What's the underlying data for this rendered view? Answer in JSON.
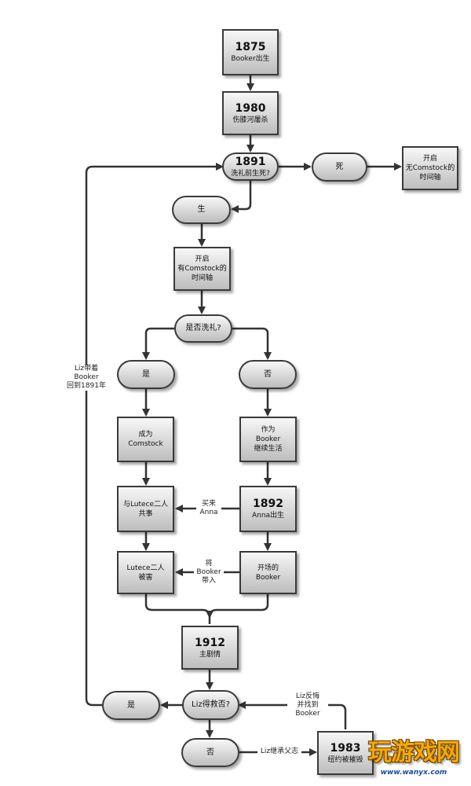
{
  "nodes": {
    "n1875": {
      "year": "1875",
      "text": "Booker出生"
    },
    "n1980": {
      "year": "1980",
      "text": "伤膝河屠杀"
    },
    "n1891": {
      "year": "1891",
      "text": "洗礼前生死?"
    },
    "dead": {
      "text": "死"
    },
    "no_comstock": {
      "line1": "开启",
      "line2": "无Comstock的",
      "line3": "时间轴"
    },
    "alive": {
      "text": "生"
    },
    "with_comstock": {
      "line1": "开启",
      "line2": "有Comstock的",
      "line3": "时间轴"
    },
    "baptized_q": {
      "text": "是否洗礼?"
    },
    "yes1": {
      "text": "是"
    },
    "no1": {
      "text": "否"
    },
    "become_comstock": {
      "line1": "成为",
      "line2": "Comstock"
    },
    "booker_lives": {
      "line1": "作为",
      "line2": "Booker",
      "line3": "继续生活"
    },
    "share_lutece": {
      "line1": "与Lutece二人",
      "line2": "共事"
    },
    "n1892": {
      "year": "1892",
      "text": "Anna出生"
    },
    "lutece_killed": {
      "line1": "Lutece二人",
      "line2": "被害"
    },
    "opening_booker": {
      "line1": "开场的",
      "line2": "Booker"
    },
    "n1912": {
      "year": "1912",
      "text": "主剧情"
    },
    "liz_saved_q": {
      "text": "Liz得救否?"
    },
    "yes2": {
      "text": "是"
    },
    "no2": {
      "text": "否"
    },
    "n1983": {
      "year": "1983",
      "text": "纽约被摧毁"
    }
  },
  "edge_labels": {
    "buy_anna": {
      "line1": "买来",
      "line2": "Anna"
    },
    "bring_booker": {
      "line1": "将",
      "line2": "Booker",
      "line3": "带入"
    },
    "liz_return": {
      "line1": "Liz带着",
      "line2": "Booker",
      "line3": "回到1891年"
    },
    "liz_regret": {
      "line1": "Liz反悔",
      "line2": "并找到",
      "line3": "Booker"
    },
    "liz_inherit": {
      "line1": "Liz继承父志"
    }
  },
  "watermark": {
    "text": "玩游戏网",
    "url": "www.wanyx.com"
  }
}
